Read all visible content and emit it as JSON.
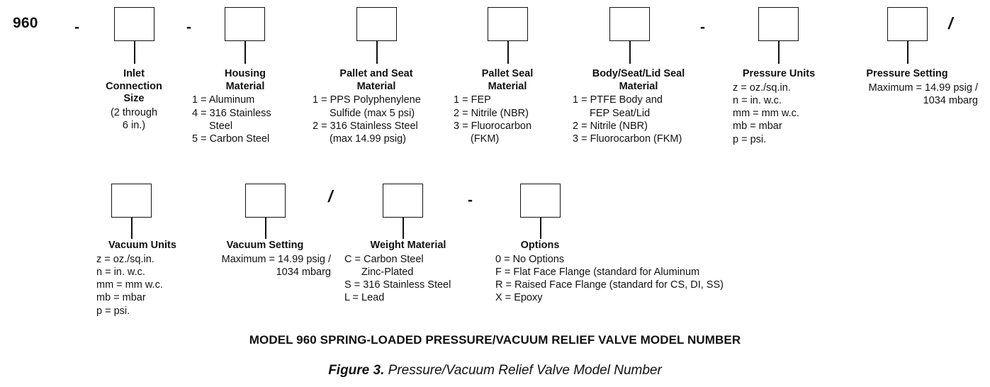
{
  "model_prefix": "960",
  "separators": {
    "dash": "-",
    "slash": "/"
  },
  "fields": [
    {
      "id": "inlet-connection-size",
      "title": "Inlet\nConnection\nSize",
      "lines": [
        "(2 through",
        "6 in.)"
      ]
    },
    {
      "id": "housing-material",
      "title": "Housing\nMaterial",
      "lines": [
        "1 = Aluminum",
        "4 = 316 Stainless",
        "Steel",
        "5 = Carbon Steel"
      ]
    },
    {
      "id": "pallet-and-seat-material",
      "title": "Pallet and Seat\nMaterial",
      "lines": [
        "1 = PPS Polyphenylene",
        "Sulfide (max 5 psi)",
        "2 = 316 Stainless Steel",
        "(max 14.99 psig)"
      ]
    },
    {
      "id": "pallet-seal-material",
      "title": "Pallet Seal\nMaterial",
      "lines": [
        "1 = FEP",
        "2 = Nitrile (NBR)",
        "3 = Fluorocarbon",
        "(FKM)"
      ]
    },
    {
      "id": "body-seat-lid-seal-material",
      "title": "Body/Seat/Lid Seal\nMaterial",
      "lines": [
        "1 = PTFE Body and",
        "FEP Seat/Lid",
        "2 = Nitrile (NBR)",
        "3 = Fluorocarbon (FKM)"
      ]
    },
    {
      "id": "pressure-units",
      "title": "Pressure Units",
      "lines": [
        "z = oz./sq.in.",
        "n = in. w.c.",
        "mm = mm w.c.",
        "mb = mbar",
        "p = psi."
      ]
    },
    {
      "id": "pressure-setting",
      "title": "Pressure Setting",
      "lines": [
        "Maximum = 14.99 psig /",
        "1034 mbarg"
      ]
    },
    {
      "id": "vacuum-units",
      "title": "Vacuum Units",
      "lines": [
        "z = oz./sq.in.",
        "n = in. w.c.",
        "mm = mm w.c.",
        "mb = mbar",
        "p = psi."
      ]
    },
    {
      "id": "vacuum-setting",
      "title": "Vacuum Setting",
      "lines": [
        "Maximum = 14.99 psig /",
        "1034 mbarg"
      ]
    },
    {
      "id": "weight-material",
      "title": "Weight Material",
      "lines": [
        "C = Carbon Steel",
        "Zinc-Plated",
        "S = 316 Stainless Steel",
        "L = Lead"
      ]
    },
    {
      "id": "options",
      "title": "Options",
      "lines": [
        "0 = No Options",
        "F = Flat Face Flange (standard for Aluminum",
        "R = Raised Face Flange (standard for CS, DI, SS)",
        "X = Epoxy"
      ]
    }
  ],
  "diagram_title": "MODEL 960 SPRING-LOADED PRESSURE/VACUUM RELIEF VALVE MODEL NUMBER",
  "figure": {
    "label": "Figure 3.",
    "caption": " Pressure/Vacuum Relief Valve Model Number"
  }
}
